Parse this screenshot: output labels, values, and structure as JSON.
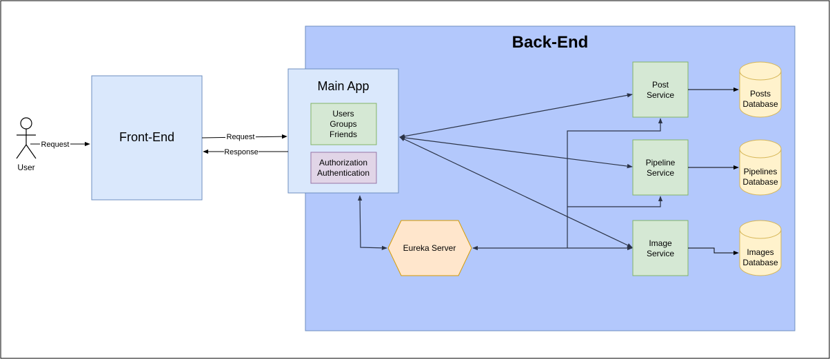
{
  "user": {
    "label": "User"
  },
  "front_end": {
    "label": "Front-End"
  },
  "back_end": {
    "title": "Back-End"
  },
  "main_app": {
    "title": "Main App",
    "users_box": [
      "Users",
      "Groups",
      "Friends"
    ],
    "auth_box": [
      "Authorization",
      "Authentication"
    ]
  },
  "eureka": {
    "label": "Eureka Server"
  },
  "services": {
    "post": [
      "Post",
      "Service"
    ],
    "pipeline": [
      "Pipeline",
      "Service"
    ],
    "image": [
      "Image",
      "Service"
    ]
  },
  "databases": {
    "posts": [
      "Posts",
      "Database"
    ],
    "pipelines": [
      "Pipelines",
      "Database"
    ],
    "images": [
      "Images",
      "Database"
    ]
  },
  "edges": {
    "request_user": "Request",
    "request_front": "Request",
    "response_front": "Response"
  },
  "colors": {
    "backend_fill": "#b3c8fc",
    "backend_stroke": "#6c8ebf",
    "light_blue": "#dae8fc",
    "green": "#d5e8d4",
    "green_stroke": "#82b366",
    "purple": "#e1d5e7",
    "purple_stroke": "#9673a6",
    "orange": "#ffe6cc",
    "orange_stroke": "#d79b00",
    "yellow": "#fff2cc",
    "yellow_stroke": "#d6b656",
    "edge": "#2b3346"
  }
}
